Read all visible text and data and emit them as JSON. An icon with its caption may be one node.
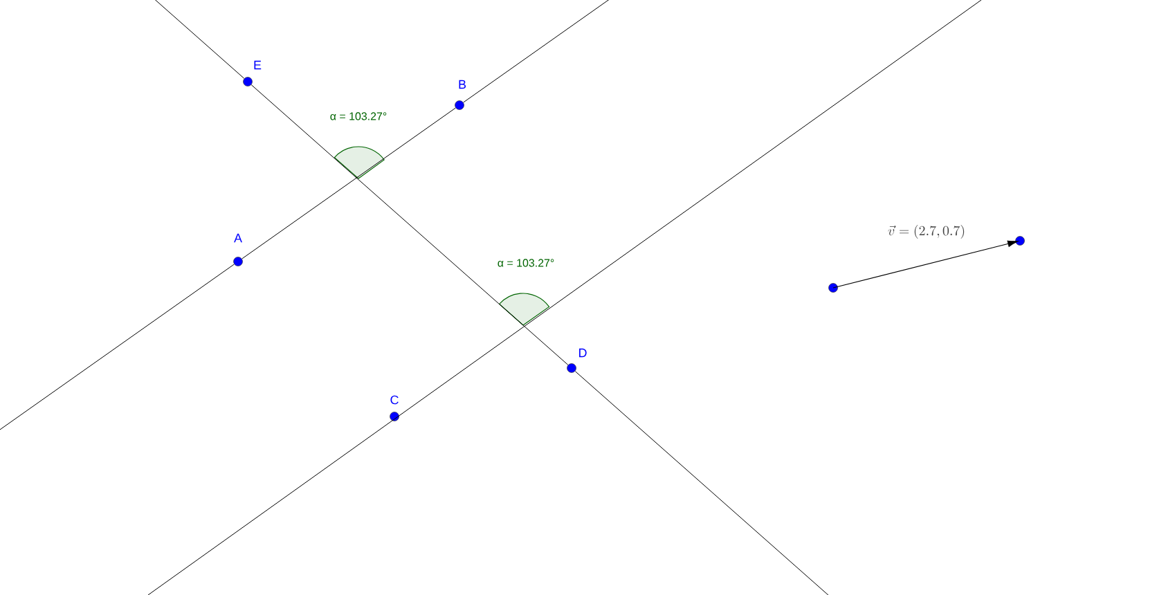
{
  "diagram": {
    "nodes": [
      {
        "text": [
          "E"
        ]
      },
      {
        "text": [
          "B"
        ]
      },
      {
        "text": [
          "A"
        ]
      },
      {
        "text": [
          "D"
        ]
      },
      {
        "text": [
          "C"
        ]
      },
      {
        "text": [],
        "shape": "circle"
      },
      {
        "text": [],
        "shape": "circle"
      }
    ],
    "edges": [
      {
        "from": 2,
        "to": 1,
        "arrow": "none"
      },
      {
        "from": 0,
        "to": 3,
        "arrow": "none"
      },
      {
        "from": 5,
        "to": 6,
        "arrow": "to",
        "label": "\\vec{v} = (2.7, 0.7)"
      }
    ],
    "labels": [
      "α = 103.27°",
      "α = 103.27°"
    ]
  }
}
